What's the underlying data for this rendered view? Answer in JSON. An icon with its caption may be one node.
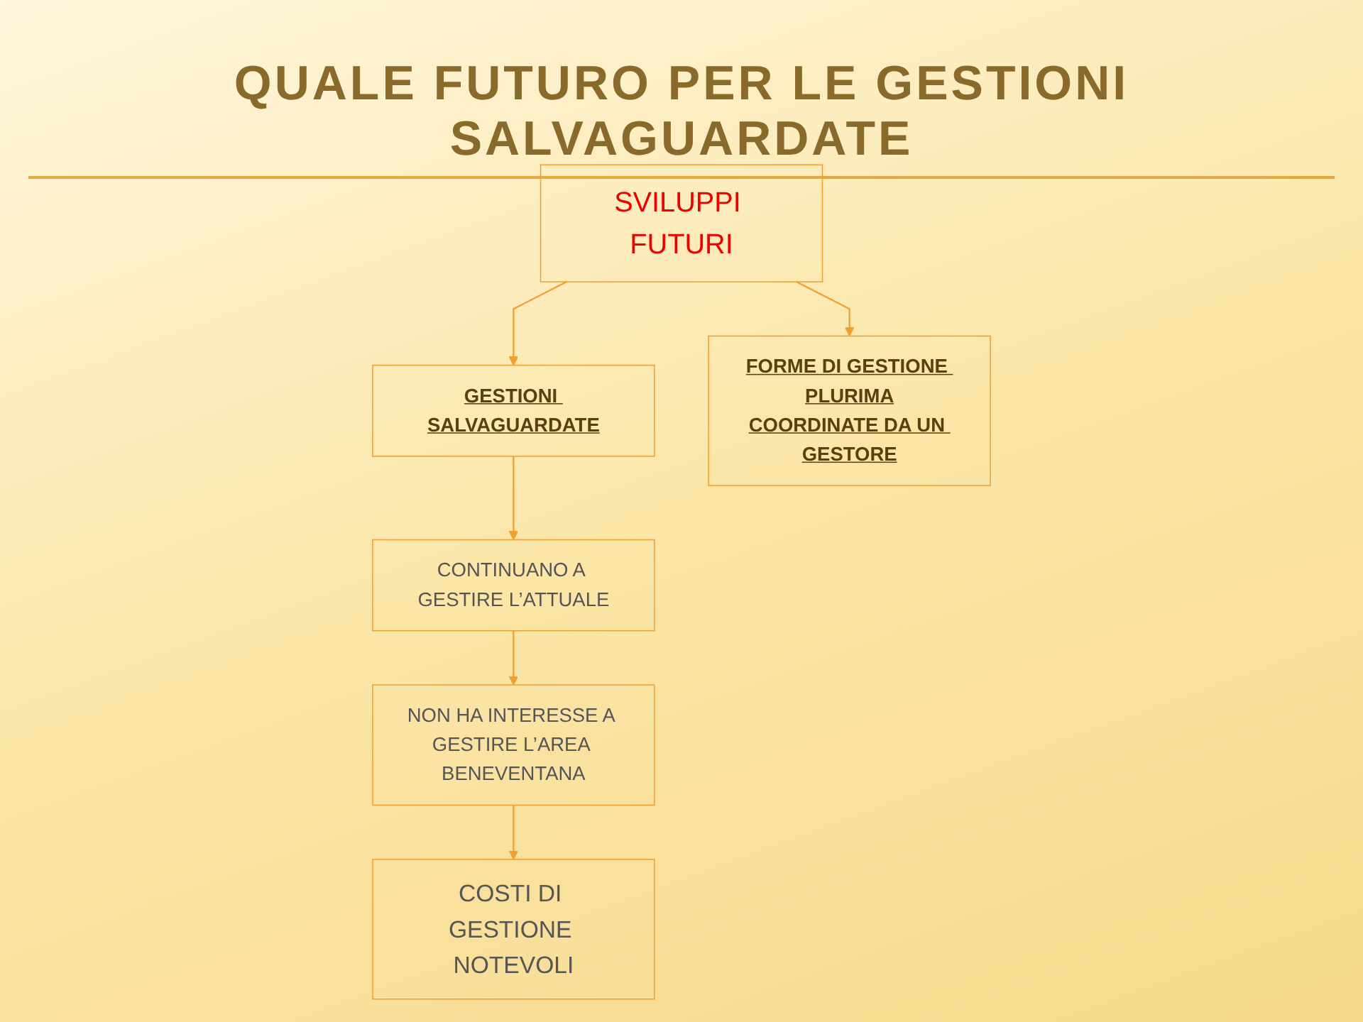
{
  "diagram": {
    "title": "QUALE FUTURO PER LE GESTIONI SALVAGUARDATE",
    "nodes": [
      {
        "text": [
          "SVILUPPI FUTURI"
        ]
      },
      {
        "text": [
          "GESTIONI SALVAGUARDATE"
        ]
      },
      {
        "text": [
          "FORME DI GESTIONE PLURIMA",
          "COORDINATE DA UN GESTORE"
        ]
      },
      {
        "text": [
          "CONTINUANO A GESTIRE L’ATTUALE"
        ]
      },
      {
        "text": [
          "NON HA INTERESSE A GESTIRE L’AREA BENEVENTANA"
        ]
      },
      {
        "text": [
          "COSTI DI GESTIONE NOTEVOLI"
        ]
      }
    ],
    "edges": [
      {
        "from": 0,
        "to": 1,
        "arrow": "to"
      },
      {
        "from": 0,
        "to": 2,
        "arrow": "to"
      },
      {
        "from": 1,
        "to": 3,
        "arrow": "to"
      },
      {
        "from": 3,
        "to": 4,
        "arrow": "to"
      },
      {
        "from": 4,
        "to": 5,
        "arrow": "to"
      }
    ]
  }
}
